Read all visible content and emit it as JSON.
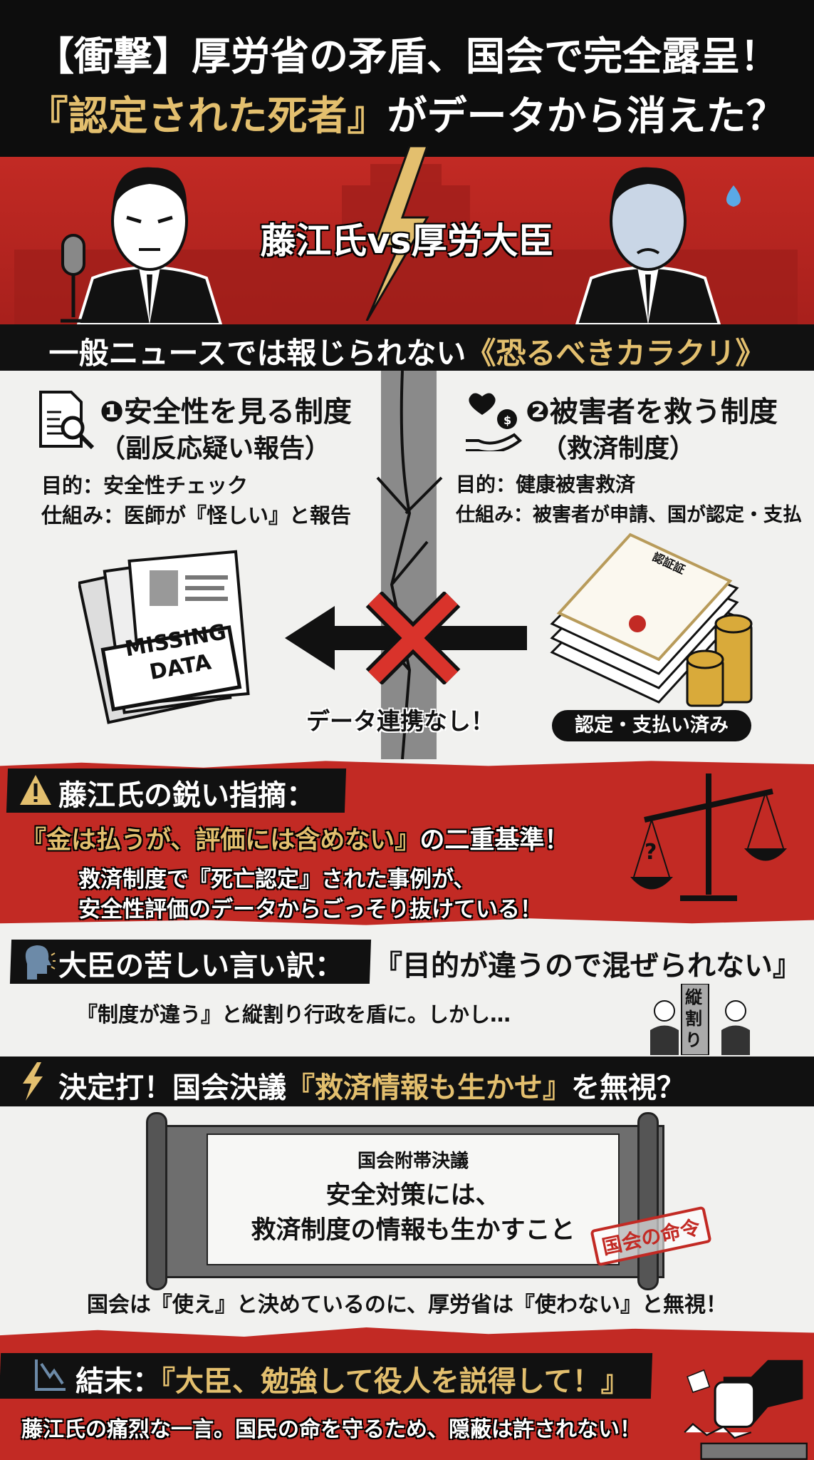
{
  "header": {
    "title_line1": "【衝撃】厚労省の矛盾、国会で完全露呈！",
    "title_line2_highlight": "『認定された死者』",
    "title_line2_rest": "がデータから消えた？"
  },
  "hero": {
    "versus": "藤江氏vs厚労大臣",
    "subtitle_plain": "一般ニュースでは報じられない",
    "subtitle_highlight": "《恐るべきカラクリ》"
  },
  "systems": {
    "left": {
      "number": "❶",
      "title": "安全性を見る制度",
      "subtitle": "（副反応疑い報告）",
      "purpose": "目的：安全性チェック",
      "mechanism": "仕組み：医師が『怪しい』と報告",
      "stamp": "MISSING DATA"
    },
    "right": {
      "number": "❷",
      "title": "被害者を救う制度",
      "subtitle": "（救済制度）",
      "purpose": "目的：健康被害救済",
      "mechanism": "仕組み：被害者が申請、国が認定・支払",
      "certificate": "認証証",
      "badge": "認定・支払い済み"
    },
    "no_link": "データ連携なし！"
  },
  "point": {
    "heading": "藤江氏の鋭い指摘：",
    "highlight": "『金は払うが、評価には含めない』",
    "highlight_suffix": "の二重基準！",
    "body_line1": "救済制度で『死亡認定』された事例が、",
    "body_line2": "安全性評価のデータからごっそり抜けている！"
  },
  "excuse": {
    "heading": "大臣の苦しい言い訳：",
    "quote": "『目的が違うので混ぜられない』",
    "body": "『制度が違う』と縦割り行政を盾に。しかし…",
    "pillar": "縦割り"
  },
  "decisive": {
    "prefix": "決定打！国会決議",
    "highlight": "『救済情報も生かせ』",
    "suffix": "を無視？",
    "scroll_title": "国会附帯決議",
    "scroll_line1": "安全対策には、",
    "scroll_line2": "救済制度の情報も生かすこと",
    "stamp": "国会の命令",
    "note": "国会は『使え』と決めているのに、厚労省は『使わない』と無視！"
  },
  "conclusion": {
    "prefix": "結末：",
    "highlight": "『大臣、勉強して役人を説得して！』",
    "body": "藤江氏の痛烈な一言。国民の命を守るため、隠蔽は許されない！"
  },
  "colors": {
    "red": "#c22a24",
    "gold": "#e3bf6e",
    "black": "#111111"
  }
}
